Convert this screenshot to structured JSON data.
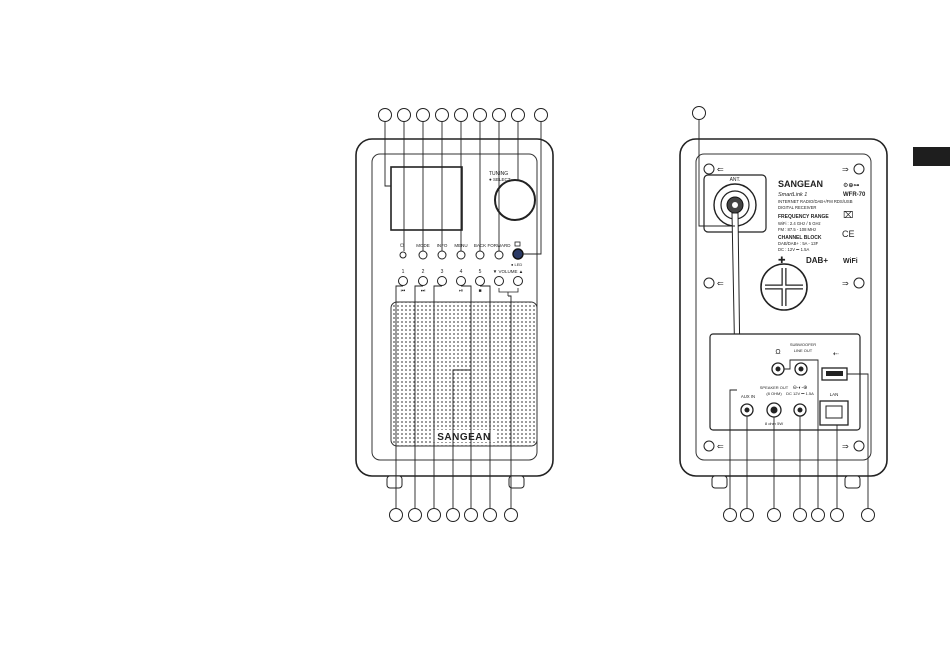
{
  "front": {
    "tuning_label": "TUNING",
    "select_label": "● SELECT",
    "power_icon": "power-icon",
    "button_labels": [
      "MODE",
      "INFO",
      "MENU",
      "BACK",
      "FORWARD"
    ],
    "preset_numbers": [
      "1",
      "2",
      "3",
      "4",
      "5"
    ],
    "preset_symbols": [
      "⏮",
      "⏭",
      "",
      "⏯",
      "■"
    ],
    "volume_label": "▼ VOLUME ▲",
    "led_label": "● LED",
    "brand": "SANGEAN"
  },
  "back": {
    "antenna_label": "ANT.",
    "brand": "SANGEAN",
    "model_name": "SmartLink 1",
    "model_code": "WFR-70",
    "description_lines": [
      "INTERNET RADIO/DAB+/FM RDS/USB",
      "DIGITAL RECEIVER"
    ],
    "frequency_title": "FREQUENCY RANGE",
    "frequency_lines": [
      "WiFi : 2.4 GHz / 5 GHz",
      "FM : 87.5 - 108 MHz"
    ],
    "channel_title": "CHANNEL BLOCK",
    "channel_lines": [
      "DAB/DAB+ : 5A - 13F",
      "DC : 12V ⎓ 1.5A"
    ],
    "logos": [
      "DAB+",
      "WiFi"
    ],
    "headphone_symbol": "Ω",
    "subwoofer_label": [
      "SUBWOOFER",
      "LINE OUT"
    ],
    "usb_label": "USB",
    "aux_label": "AUX IN",
    "speaker_out_label": [
      "SPEAKER OUT",
      "(8 OHM)"
    ],
    "speaker_out_sub": "8 ohm 5W",
    "dc_label": [
      "DC 12V ⎓ 1.5A"
    ],
    "lan_label": "LAN"
  }
}
